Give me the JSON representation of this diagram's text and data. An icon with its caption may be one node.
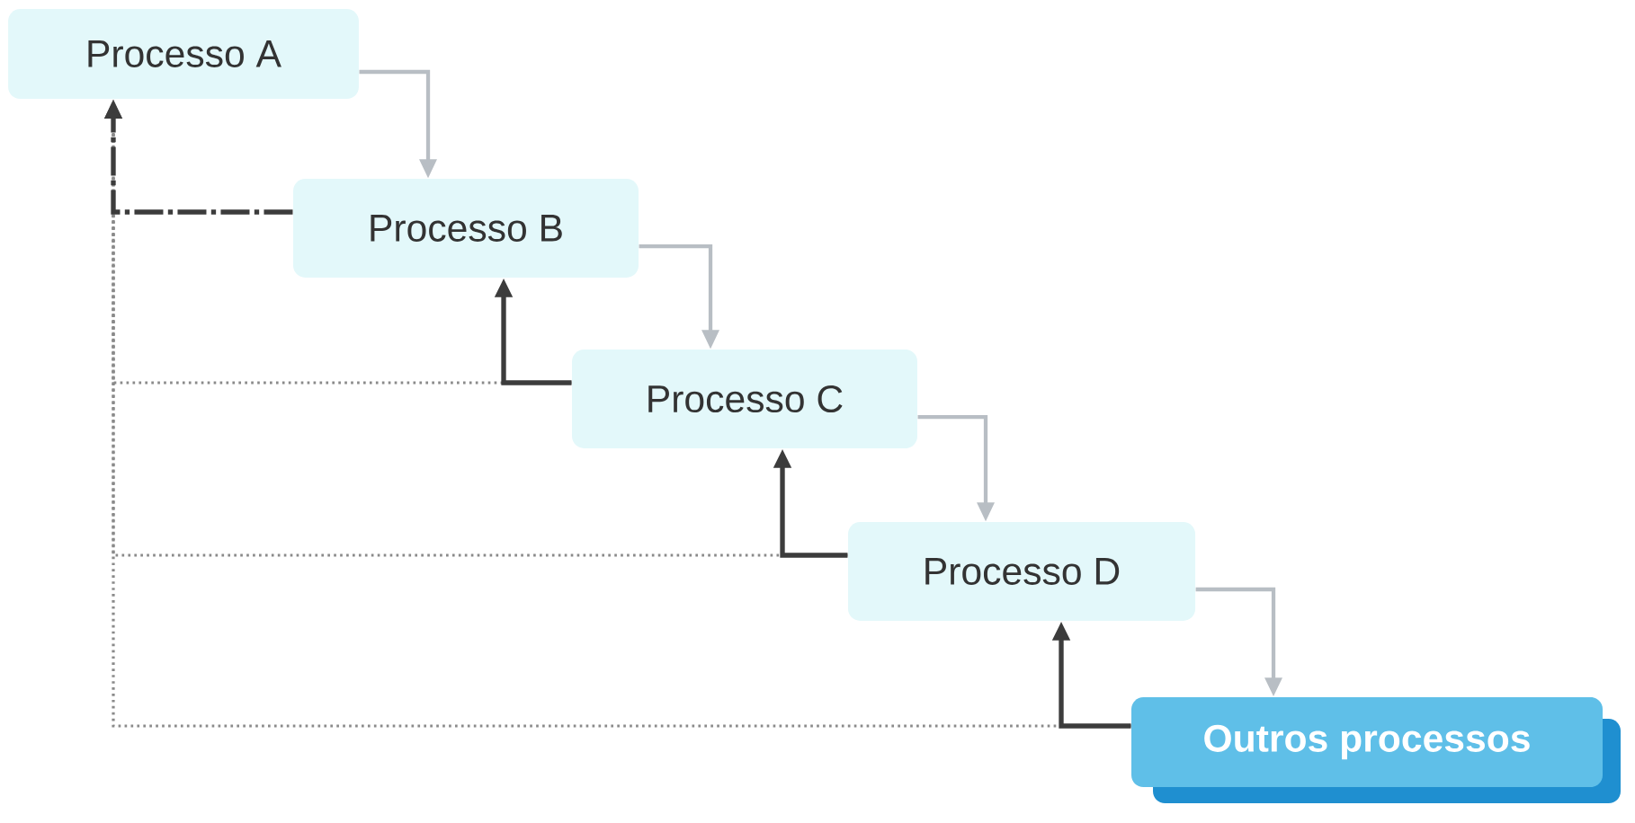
{
  "diagram": {
    "nodes": [
      {
        "text": [
          "Processo A"
        ]
      },
      {
        "text": [
          "Processo B"
        ]
      },
      {
        "text": [
          "Processo C"
        ]
      },
      {
        "text": [
          "Processo D"
        ]
      },
      {
        "text": [
          "Outros processos"
        ]
      }
    ],
    "edges": [
      {
        "from": 0,
        "to": 1,
        "arrow": "to",
        "color": "#b8bec4"
      },
      {
        "from": 1,
        "to": 2,
        "arrow": "to",
        "color": "#b8bec4"
      },
      {
        "from": 2,
        "to": 3,
        "arrow": "to",
        "color": "#b8bec4"
      },
      {
        "from": 3,
        "to": 4,
        "arrow": "to",
        "color": "#b8bec4"
      },
      {
        "from": 2,
        "to": 0,
        "arrow": "to",
        "style": "dashed",
        "color": "#8a8a8a"
      },
      {
        "from": 3,
        "to": 0,
        "arrow": "to",
        "style": "dashed",
        "color": "#8a8a8a"
      },
      {
        "from": 4,
        "to": 0,
        "arrow": "to",
        "style": "dashed",
        "color": "#8a8a8a"
      },
      {
        "from": 1,
        "to": 0,
        "arrow": "to",
        "style": "dashed",
        "color": "#3c3c3c"
      },
      {
        "from": 2,
        "to": 1,
        "arrow": "to",
        "color": "#3c3c3c"
      },
      {
        "from": 3,
        "to": 2,
        "arrow": "to",
        "color": "#3c3c3c"
      },
      {
        "from": 4,
        "to": 3,
        "arrow": "to",
        "color": "#3c3c3c"
      }
    ]
  }
}
